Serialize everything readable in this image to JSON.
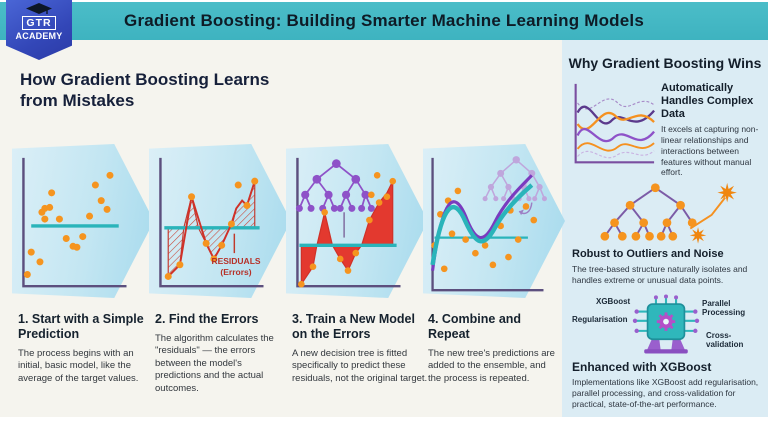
{
  "logo": {
    "line1": "GTR",
    "line2": "ACADEMY"
  },
  "header": {
    "title": "Gradient Boosting: Building Smarter Machine Learning Models"
  },
  "main": {
    "title": "How Gradient Boosting Learns from Mistakes",
    "residuals_label": {
      "line1": "RESIDUALS",
      "line2": "(Errors)"
    },
    "steps": [
      {
        "heading": "1. Start with a Simple Prediction",
        "body": "The process begins with an initial, basic model, like the average of the target values."
      },
      {
        "heading": "2. Find the Errors",
        "body": "The algorithm calculates the \"residuals\" — the errors between the model's predictions and the actual outcomes."
      },
      {
        "heading": "3. Train a New Model on the Errors",
        "body": "A new decision tree is fitted specifically to predict these residuals, not the original target."
      },
      {
        "heading": "4. Combine and Repeat",
        "body": "The new tree's predictions are added to the ensemble, and the process is repeated."
      }
    ]
  },
  "sidebar": {
    "title": "Why Gradient Boosting Wins",
    "items": [
      {
        "heading": "Automatically Handles Complex Data",
        "body": "It excels at capturing non-linear relationships and interactions between features without manual effort."
      },
      {
        "heading": "Robust to Outliers and Noise",
        "body": "The tree-based structure naturally isolates and handles extreme or unusual data points."
      },
      {
        "heading": "Enhanced with XGBoost",
        "body": "Implementations like XGBoost add regularisation, parallel processing, and cross-validation for practical, state-of-the-art performance."
      }
    ],
    "chip_labels": {
      "top_left": "XGBoost",
      "left": "Regularisation",
      "top_right": "Parallel Processing",
      "right": "Cross-validation"
    }
  },
  "colors": {
    "header_teal": "#45bac5",
    "logo_blue": "#3a57c8",
    "main_bg": "#f5f4ee",
    "sidebar_bg": "#dbecf4",
    "dot_orange": "#f5941f",
    "line_teal": "#2ab4ba",
    "residual_red": "#cf3128",
    "tree_purple": "#8e52c8",
    "axis_purple": "#5c4f7e"
  }
}
